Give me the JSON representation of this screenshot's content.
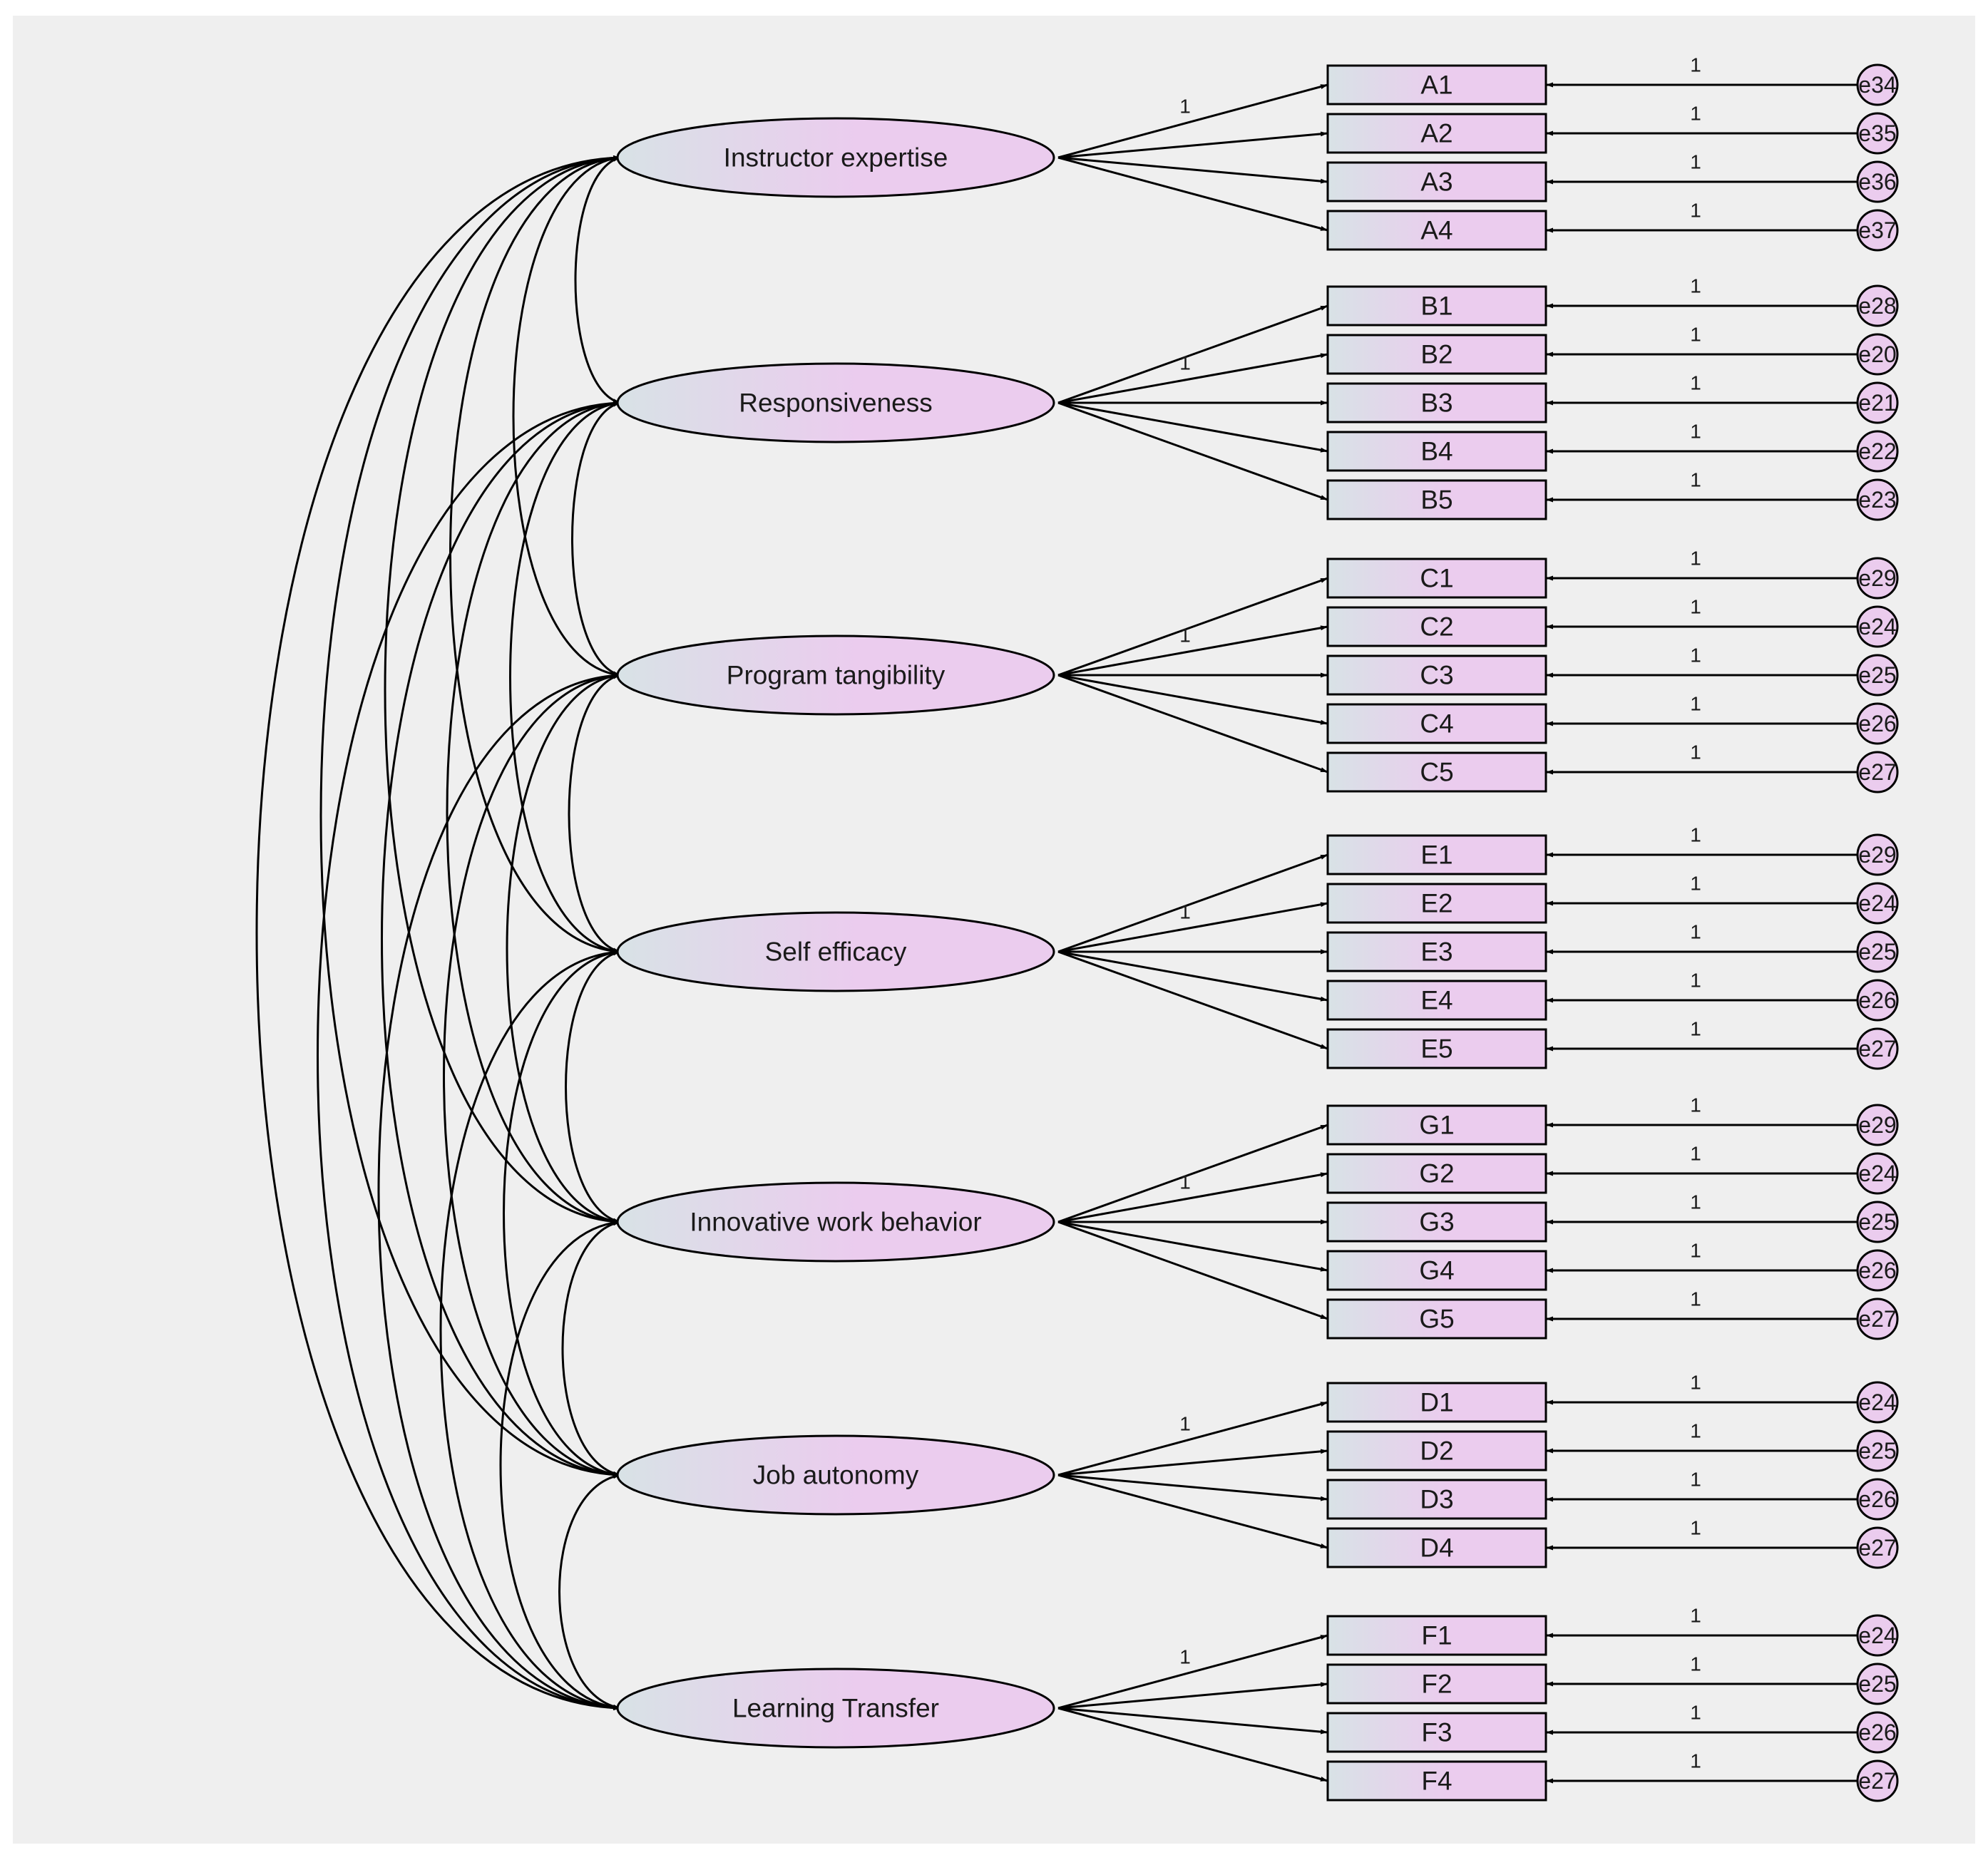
{
  "colors": {
    "background": "#efefef",
    "shape_left": "#d8e2e6",
    "shape_right": "#ebccee",
    "stroke": "#000000"
  },
  "factors": [
    {
      "label": "Instructor expertise",
      "indicators": [
        {
          "label": "A1",
          "error": "e34",
          "loading": "1",
          "error_weight": "1"
        },
        {
          "label": "A2",
          "error": "e35",
          "loading": "",
          "error_weight": "1"
        },
        {
          "label": "A3",
          "error": "e36",
          "loading": "",
          "error_weight": "1"
        },
        {
          "label": "A4",
          "error": "e37",
          "loading": "",
          "error_weight": "1"
        }
      ]
    },
    {
      "label": "Responsiveness",
      "indicators": [
        {
          "label": "B1",
          "error": "e28",
          "loading": "",
          "error_weight": "1"
        },
        {
          "label": "B2",
          "error": "e20",
          "loading": "1",
          "error_weight": "1"
        },
        {
          "label": "B3",
          "error": "e21",
          "loading": "",
          "error_weight": "1"
        },
        {
          "label": "B4",
          "error": "e22",
          "loading": "",
          "error_weight": "1"
        },
        {
          "label": "B5",
          "error": "e23",
          "loading": "",
          "error_weight": "1"
        }
      ]
    },
    {
      "label": "Program tangibility",
      "indicators": [
        {
          "label": "C1",
          "error": "e29",
          "loading": "",
          "error_weight": "1"
        },
        {
          "label": "C2",
          "error": "e24",
          "loading": "1",
          "error_weight": "1"
        },
        {
          "label": "C3",
          "error": "e25",
          "loading": "",
          "error_weight": "1"
        },
        {
          "label": "C4",
          "error": "e26",
          "loading": "",
          "error_weight": "1"
        },
        {
          "label": "C5",
          "error": "e27",
          "loading": "",
          "error_weight": "1"
        }
      ]
    },
    {
      "label": "Self efficacy",
      "indicators": [
        {
          "label": "E1",
          "error": "e29",
          "loading": "",
          "error_weight": "1"
        },
        {
          "label": "E2",
          "error": "e24",
          "loading": "1",
          "error_weight": "1"
        },
        {
          "label": "E3",
          "error": "e25",
          "loading": "",
          "error_weight": "1"
        },
        {
          "label": "E4",
          "error": "e26",
          "loading": "",
          "error_weight": "1"
        },
        {
          "label": "E5",
          "error": "e27",
          "loading": "",
          "error_weight": "1"
        }
      ]
    },
    {
      "label": "Innovative work behavior",
      "indicators": [
        {
          "label": "G1",
          "error": "e29",
          "loading": "",
          "error_weight": "1"
        },
        {
          "label": "G2",
          "error": "e24",
          "loading": "1",
          "error_weight": "1"
        },
        {
          "label": "G3",
          "error": "e25",
          "loading": "",
          "error_weight": "1"
        },
        {
          "label": "G4",
          "error": "e26",
          "loading": "",
          "error_weight": "1"
        },
        {
          "label": "G5",
          "error": "e27",
          "loading": "",
          "error_weight": "1"
        }
      ]
    },
    {
      "label": "Job autonomy",
      "indicators": [
        {
          "label": "D1",
          "error": "e24",
          "loading": "1",
          "error_weight": "1"
        },
        {
          "label": "D2",
          "error": "e25",
          "loading": "",
          "error_weight": "1"
        },
        {
          "label": "D3",
          "error": "e26",
          "loading": "",
          "error_weight": "1"
        },
        {
          "label": "D4",
          "error": "e27",
          "loading": "",
          "error_weight": "1"
        }
      ]
    },
    {
      "label": "Learning Transfer",
      "indicators": [
        {
          "label": "F1",
          "error": "e24",
          "loading": "1",
          "error_weight": "1"
        },
        {
          "label": "F2",
          "error": "e25",
          "loading": "",
          "error_weight": "1"
        },
        {
          "label": "F3",
          "error": "e26",
          "loading": "",
          "error_weight": "1"
        },
        {
          "label": "F4",
          "error": "e27",
          "loading": "",
          "error_weight": "1"
        }
      ]
    }
  ]
}
